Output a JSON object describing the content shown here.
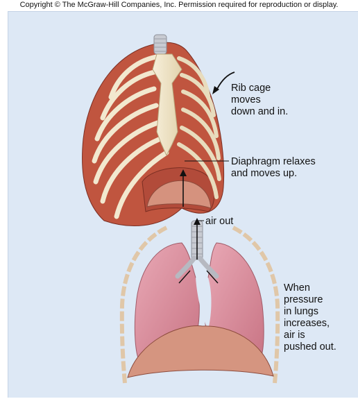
{
  "header": {
    "copyright": "Copyright © The McGraw-Hill Companies, Inc. Permission required for reproduction or display."
  },
  "labels": {
    "rib_cage": "Rib cage\nmoves\ndown and in.",
    "diaphragm": "Diaphragm relaxes\nand moves up.",
    "air_out": "air out",
    "pressure": "When\npressure\nin lungs\nincreases,\nair is\npushed out."
  },
  "colors": {
    "background": "#dde8f5",
    "bone": "#f2e8cf",
    "muscle": "#c0553f",
    "lung": "#dc8d9c",
    "diaphragm": "#d5927e",
    "arrow": "#111111"
  }
}
